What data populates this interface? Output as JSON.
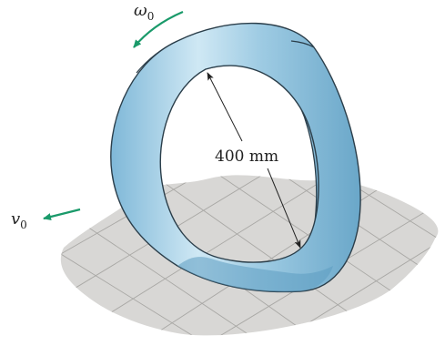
{
  "labels": {
    "angular_velocity": "ω",
    "angular_velocity_sub": "0",
    "velocity": "v",
    "velocity_sub": "0",
    "dimension": "400 mm"
  },
  "colors": {
    "hoop_outer": "#8fc3df",
    "hoop_light": "#dff0f8",
    "hoop_inner": "#6ea9cb",
    "hoop_edge": "#2b3e4a",
    "floor": "#d3d2cf",
    "grid": "#a9a8a5",
    "arrow_green": "#1a9a6a",
    "dim_line": "#222222"
  }
}
